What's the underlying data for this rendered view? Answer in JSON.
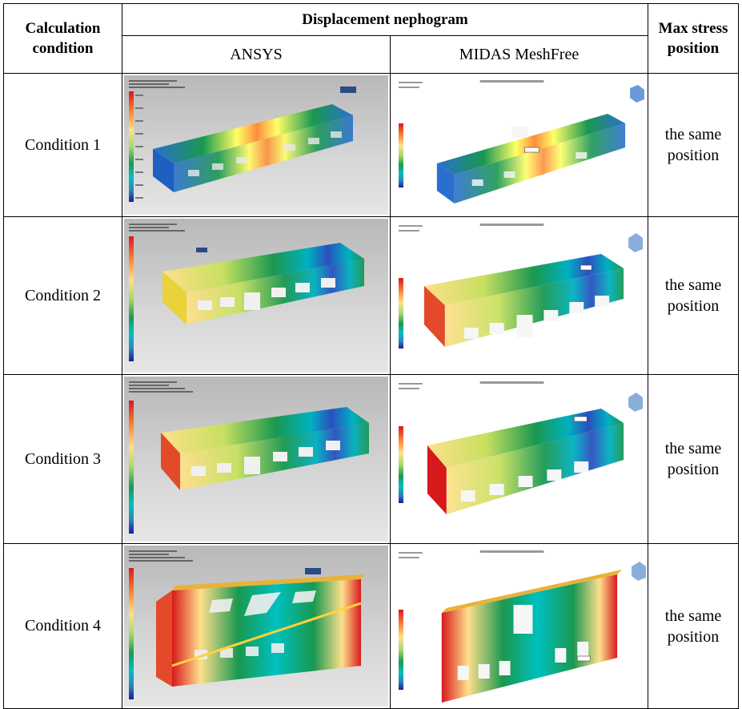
{
  "table": {
    "header_condition": "Calculation condition",
    "header_displacement": "Displacement nephogram",
    "header_max_stress": "Max stress position",
    "sub_ansys": "ANSYS",
    "sub_midas": "MIDAS MeshFree",
    "rows": [
      {
        "condition": "Condition 1",
        "result": "the same position"
      },
      {
        "condition": "Condition 2",
        "result": "the same position"
      },
      {
        "condition": "Condition 3",
        "result": "the same position"
      },
      {
        "condition": "Condition 4",
        "result": "the same position"
      }
    ]
  },
  "colors": {
    "contour_scale": [
      "#d7191c",
      "#fd8d3c",
      "#fee08b",
      "#ffff66",
      "#a6d96a",
      "#1a9850",
      "#00c0c0",
      "#2b83ba",
      "#1a1aa0"
    ],
    "ansys_background": "#c9c9c9",
    "midas_background": "#ffffff"
  }
}
